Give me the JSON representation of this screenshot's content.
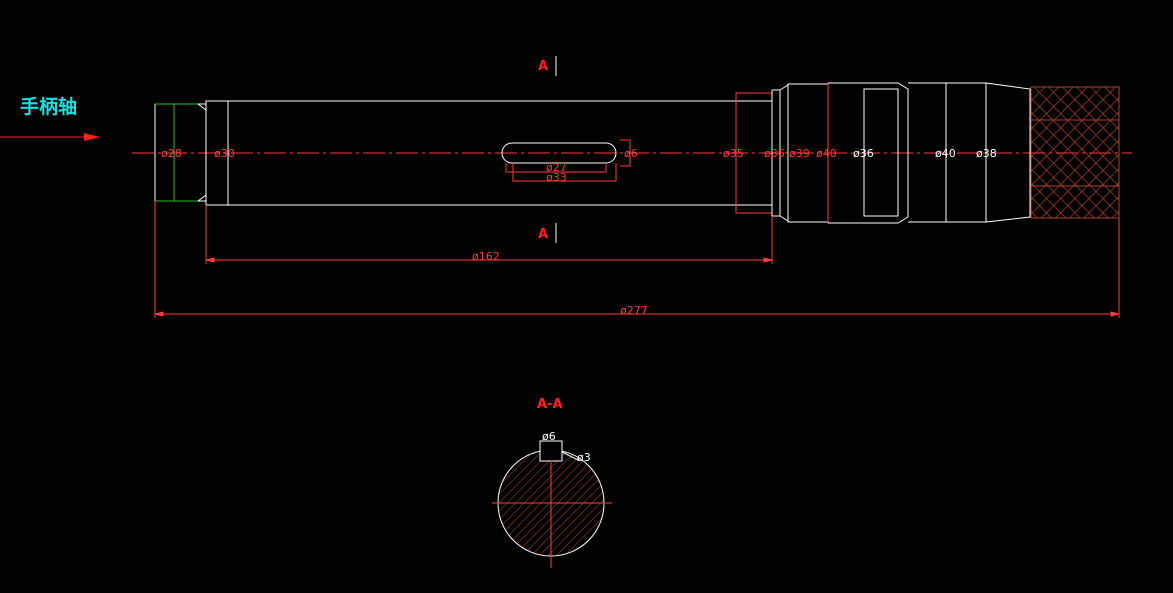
{
  "title": "手柄轴",
  "colors": {
    "background": "#000000",
    "outline": "#ffffff",
    "dimension": "#ff3b3b",
    "section_label": "#ff2020",
    "title": "#18e0e0",
    "hatch": "#b0412c",
    "chamfer": "#22c022"
  },
  "section_marks": {
    "top": "A",
    "bottom": "A",
    "view_title": "A-A"
  },
  "dimensions": {
    "d28": "ø28",
    "d30": "ø30",
    "d6_slot": "ø6",
    "d27": "ø27",
    "d33": "ø33",
    "d35": "ø35",
    "d36a": "ø36",
    "d39": "ø39",
    "d40a": "ø40",
    "d36b": "ø36",
    "d40b": "ø40",
    "d38": "ø38",
    "len162": "ø162",
    "len277": "ø277",
    "key_width": "ø6",
    "key_depth": "ø3"
  }
}
